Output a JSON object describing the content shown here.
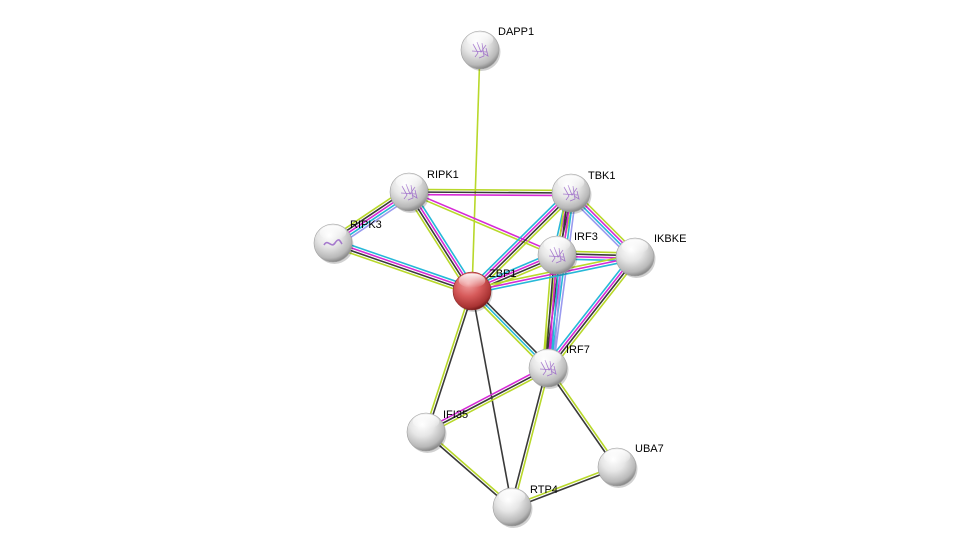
{
  "diagram": {
    "title": "ZBP1 protein interaction network",
    "edge_colors": {
      "known_db": "#26b8d8",
      "known_exp": "#d62ad6",
      "textmining": "#b8d82a",
      "coexpression": "#3a3a3a",
      "homology": "#9a9aef"
    },
    "node_colors": {
      "query": "#d24b4b",
      "neighbor": "#e8e8e8"
    },
    "nodes": [
      {
        "id": "DAPP1",
        "label": "DAPP1",
        "query": false,
        "structure": true
      },
      {
        "id": "RIPK1",
        "label": "RIPK1",
        "query": false,
        "structure": true
      },
      {
        "id": "RIPK3",
        "label": "RIPK3",
        "query": false,
        "structure": true
      },
      {
        "id": "TBK1",
        "label": "TBK1",
        "query": false,
        "structure": true
      },
      {
        "id": "IRF3",
        "label": "IRF3",
        "query": false,
        "structure": true
      },
      {
        "id": "IKBKE",
        "label": "IKBKE",
        "query": false,
        "structure": false
      },
      {
        "id": "ZBP1",
        "label": "ZBP1",
        "query": true,
        "structure": false
      },
      {
        "id": "IRF7",
        "label": "IRF7",
        "query": false,
        "structure": true
      },
      {
        "id": "IFI35",
        "label": "IFI35",
        "query": false,
        "structure": false
      },
      {
        "id": "UBA7",
        "label": "UBA7",
        "query": false,
        "structure": false
      },
      {
        "id": "RTP4",
        "label": "RTP4",
        "query": false,
        "structure": false
      }
    ],
    "edges": [
      {
        "source": "DAPP1",
        "target": "ZBP1",
        "types": [
          "textmining"
        ]
      },
      {
        "source": "RIPK1",
        "target": "RIPK3",
        "types": [
          "homology",
          "known_db",
          "known_exp",
          "coexpression",
          "textmining"
        ]
      },
      {
        "source": "RIPK1",
        "target": "TBK1",
        "types": [
          "textmining",
          "coexpression",
          "known_exp"
        ]
      },
      {
        "source": "RIPK1",
        "target": "IRF3",
        "types": [
          "known_exp",
          "textmining"
        ]
      },
      {
        "source": "RIPK1",
        "target": "ZBP1",
        "types": [
          "known_db",
          "known_exp",
          "coexpression",
          "textmining"
        ]
      },
      {
        "source": "RIPK3",
        "target": "ZBP1",
        "types": [
          "known_db",
          "known_exp",
          "coexpression",
          "textmining"
        ]
      },
      {
        "source": "TBK1",
        "target": "ZBP1",
        "types": [
          "textmining",
          "coexpression",
          "known_exp",
          "known_db"
        ]
      },
      {
        "source": "TBK1",
        "target": "IRF3",
        "types": [
          "textmining",
          "coexpression",
          "known_exp",
          "known_db"
        ]
      },
      {
        "source": "TBK1",
        "target": "IKBKE",
        "types": [
          "textmining",
          "known_exp",
          "known_db",
          "homology"
        ]
      },
      {
        "source": "TBK1",
        "target": "IRF7",
        "types": [
          "homology",
          "known_db",
          "known_exp",
          "coexpression",
          "textmining"
        ]
      },
      {
        "source": "IRF3",
        "target": "ZBP1",
        "types": [
          "textmining",
          "coexpression",
          "known_exp",
          "known_db"
        ]
      },
      {
        "source": "IRF3",
        "target": "IKBKE",
        "types": [
          "textmining",
          "coexpression",
          "known_exp",
          "known_db"
        ]
      },
      {
        "source": "IRF3",
        "target": "IRF7",
        "types": [
          "homology",
          "known_db",
          "known_exp",
          "coexpression",
          "textmining"
        ]
      },
      {
        "source": "IKBKE",
        "target": "ZBP1",
        "types": [
          "known_db",
          "known_exp",
          "textmining"
        ]
      },
      {
        "source": "IKBKE",
        "target": "IRF7",
        "types": [
          "textmining",
          "coexpression",
          "known_exp",
          "known_db"
        ]
      },
      {
        "source": "ZBP1",
        "target": "IRF7",
        "types": [
          "coexpression",
          "known_db",
          "textmining"
        ]
      },
      {
        "source": "ZBP1",
        "target": "IFI35",
        "types": [
          "coexpression",
          "textmining"
        ]
      },
      {
        "source": "ZBP1",
        "target": "RTP4",
        "types": [
          "coexpression"
        ]
      },
      {
        "source": "IRF7",
        "target": "IFI35",
        "types": [
          "textmining",
          "coexpression",
          "known_exp"
        ]
      },
      {
        "source": "IRF7",
        "target": "RTP4",
        "types": [
          "textmining",
          "coexpression"
        ]
      },
      {
        "source": "IRF7",
        "target": "UBA7",
        "types": [
          "textmining",
          "coexpression"
        ]
      },
      {
        "source": "IFI35",
        "target": "RTP4",
        "types": [
          "textmining",
          "coexpression"
        ]
      },
      {
        "source": "RTP4",
        "target": "UBA7",
        "types": [
          "textmining",
          "coexpression"
        ]
      }
    ]
  }
}
